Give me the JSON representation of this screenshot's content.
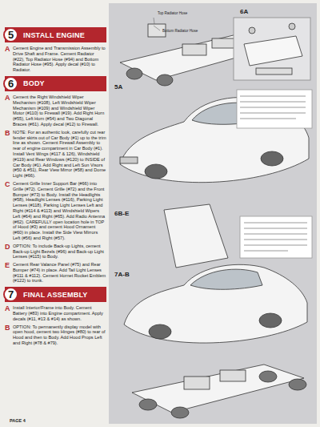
{
  "diagram": {
    "nodes": [
      {
        "text": [
          "5",
          "INSTALL ENGINE"
        ]
      },
      {
        "text": [
          "6",
          "BODY"
        ]
      },
      {
        "text": [
          "7",
          "FINAL ASSEMBLY"
        ]
      }
    ],
    "labels": [
      "A",
      "Cement Engine and Transmission Assembly to Drive Shaft and Frame. Cement Radiator (#22), Top Radiator Hose (#94) and Bottom Radiator Hose (#95). Apply decal (#10) to Radiator.",
      "A",
      "Cement the Right Windshield Wiper Mechanism (#108), Left Windshield Wiper Mechanism (#109) and Windshield Wiper Motor (#110) to Firewall (#19). Add Right Horn (#55), Left Horn (#54) and Two Diagonal Braces (#61). Apply decal (#12) to Firewall.",
      "B",
      "NOTE: For an authentic look, carefully cut rear fender skirts out of Car Body (#1) up to the trim line as shown. Cement Firewall Assembly to rear of engine compartment in Car Body (#1). Install Vent Wings (#117 & 126), Windshield (#119) and Rear Windows (#120) to INSIDE of Car Body (#1). Add Right and Left Sun Visors (#50 & #51), Rear View Mirror (#58) and Dome Light (#66).",
      "C",
      "Cement Grille Inner Support Bar (#66) into Grille (#72). Cement Grille (#72) and the Front Bumper (#73) to Body. Install the Headlights (#58), Headlight Lenses (#116), Parking Light Lenses (#118), Parking Light Lenses Left and Right (#114 & #113) and Windshield Wipers Left (#64) and Right (#65). Add Radio Antenna (#62). CAREFULLY open location hole in TOP of Hood (#3) and cement Hood Ornament (#60) in place. Install the Side View Mirrors Left (#56) and Right (#57).",
      "D",
      "OPTION: To include Back-up Lights, cement Back-up Light Bezels (#96) and Back-up Light Lenses (#115) to Body.",
      "E",
      "Cement Rear Valance Panel (#75) and Rear Bumper (#74) in place. Add Tail Light Lenses (#111 & #112). Cement Hornet Rocket Emblem (#122) to trunk.",
      "A",
      "Install Interior/Frame into Body. Cement Battery (#83) into Engine compartment. Apply decals (#11, #13 & #14) as shown.",
      "B",
      "OPTION: To permanently display model with open hood, cement two Hinges (#80) to rear of Hood and then to Body. Add Hood Props Left and Right (#78 & #79).",
      "6A",
      "5A",
      "6B-E",
      "7A-B",
      "Top Radiator Hose",
      "Bottom Radiator Hose",
      "PAGE 4"
    ]
  }
}
